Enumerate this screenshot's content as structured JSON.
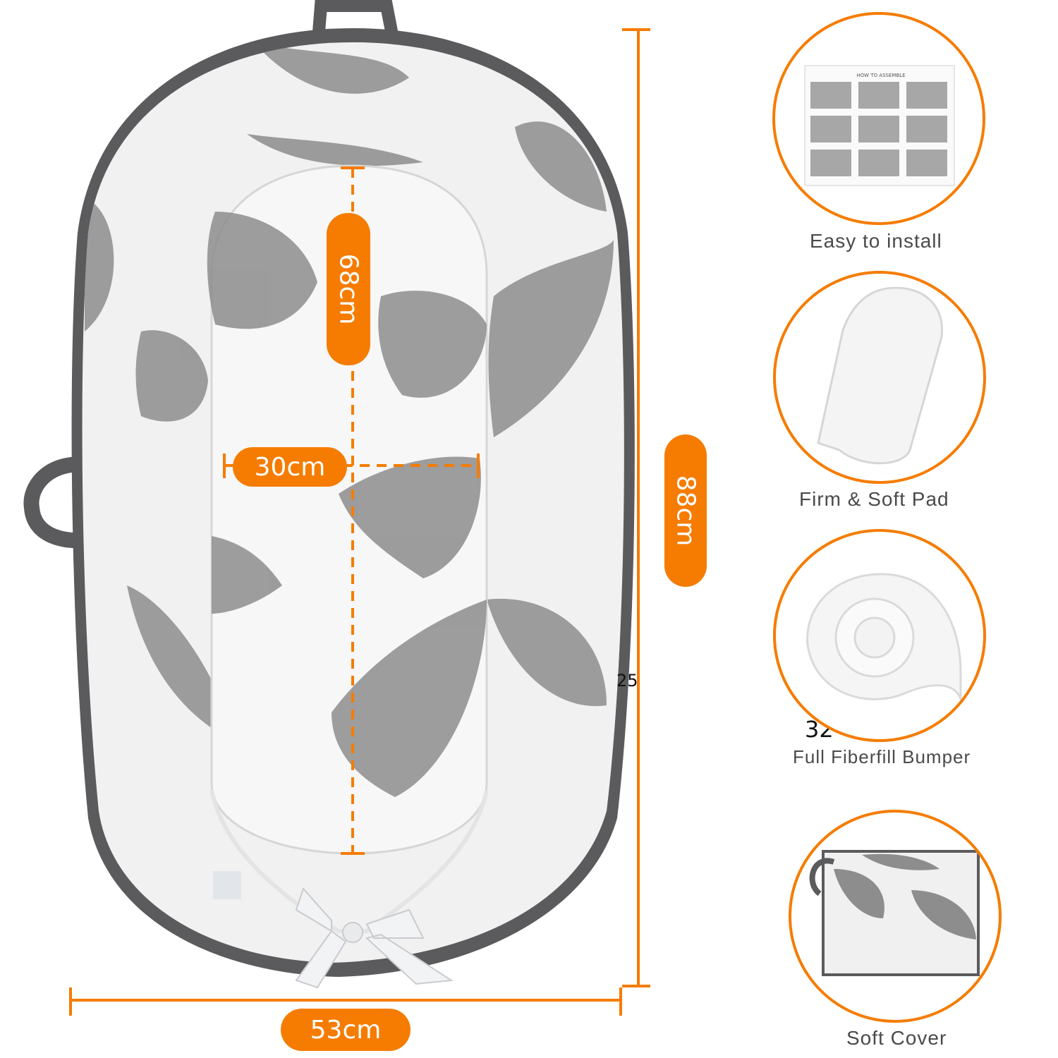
{
  "colors": {
    "accent": "#F57C00",
    "fabric_dark": "#5b5b5d",
    "leaf": "#8d8d8d"
  },
  "dimensions": {
    "inner_length": "68cm",
    "inner_width": "30cm",
    "outer_length": "88cm",
    "outer_width": "53cm"
  },
  "stray_marks": {
    "mark_a": "25",
    "mark_b": "32"
  },
  "features": [
    {
      "caption": "Easy to install",
      "icon": "instruction-sheet-icon"
    },
    {
      "caption": "Firm & Soft Pad",
      "icon": "mattress-pad-icon"
    },
    {
      "caption": "Full Fiberfill Bumper",
      "icon": "rolled-bumper-icon"
    },
    {
      "caption": "Soft Cover",
      "icon": "folded-cover-icon"
    }
  ],
  "assembly_sheet": {
    "title": "HOW TO ASSEMBLE"
  }
}
